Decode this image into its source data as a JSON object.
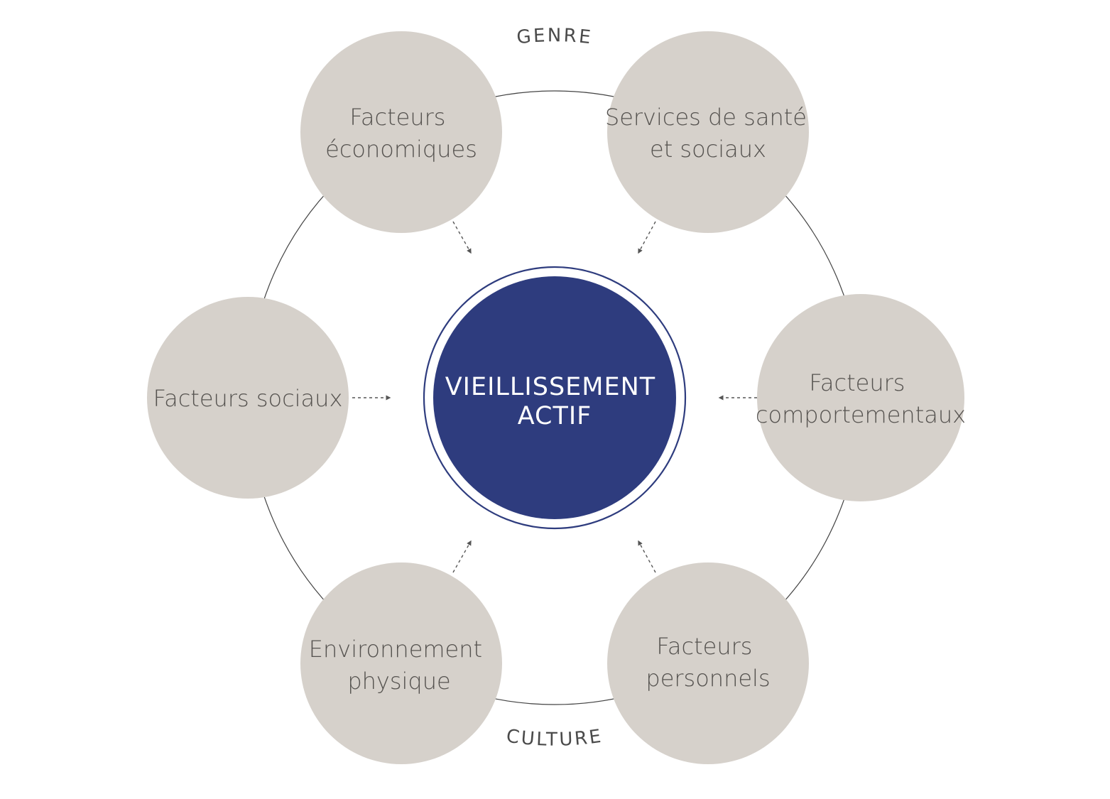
{
  "center": {
    "lines": [
      "VIEILLISSEMENT",
      "ACTIF"
    ]
  },
  "arc_labels": {
    "top": "GENRE",
    "bottom": "CULTURE"
  },
  "factors": [
    {
      "id": "economic",
      "lines": [
        "Facteurs",
        "économiques"
      ]
    },
    {
      "id": "health",
      "lines": [
        "Services de santé",
        "et sociaux"
      ]
    },
    {
      "id": "behavioral",
      "lines": [
        "Facteurs",
        "comportementaux"
      ]
    },
    {
      "id": "personal",
      "lines": [
        "Facteurs",
        "personnels"
      ]
    },
    {
      "id": "physical",
      "lines": [
        "Environnement",
        "physique"
      ]
    },
    {
      "id": "social",
      "lines": [
        "Facteurs sociaux"
      ]
    }
  ],
  "colors": {
    "factor_fill": "#d6d1cb",
    "factor_text": "#55524f",
    "center_fill": "#2e3c7e",
    "center_ring": "#2e3c7e",
    "ring_line": "#444444",
    "arrow": "#555555"
  }
}
